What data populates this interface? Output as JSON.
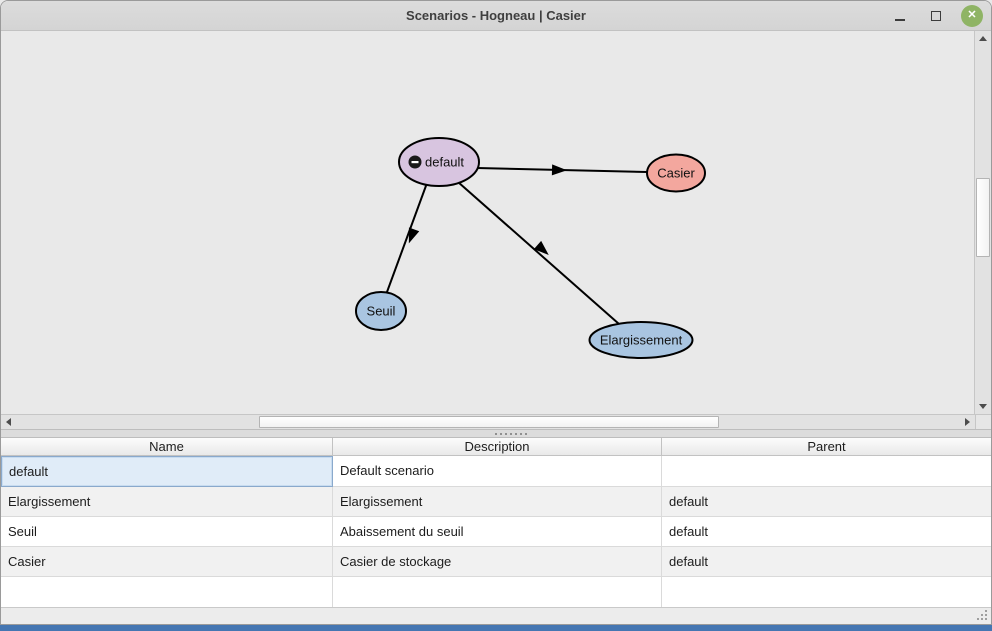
{
  "window": {
    "title": "Scenarios - Hogneau | Casier",
    "close_glyph": "✕"
  },
  "graph": {
    "nodes": [
      {
        "id": "default",
        "label": "default",
        "fill": "#d8c5e0",
        "collapsed_icon": "minus-circle"
      },
      {
        "id": "casier",
        "label": "Casier",
        "fill": "#f3a79e"
      },
      {
        "id": "seuil",
        "label": "Seuil",
        "fill": "#a9c5e1"
      },
      {
        "id": "elargissement",
        "label": "Elargissement",
        "fill": "#a9c5e1"
      }
    ],
    "edges": [
      {
        "from": "default",
        "to": "Casier"
      },
      {
        "from": "default",
        "to": "Seuil"
      },
      {
        "from": "default",
        "to": "Elargissement"
      }
    ]
  },
  "table": {
    "columns": [
      "Name",
      "Description",
      "Parent"
    ],
    "rows": [
      {
        "name": "default",
        "description": "Default scenario",
        "parent": ""
      },
      {
        "name": "Elargissement",
        "description": "Elargissement",
        "parent": "default"
      },
      {
        "name": "Seuil",
        "description": "Abaissement du seuil",
        "parent": "default"
      },
      {
        "name": "Casier",
        "description": "Casier de stockage",
        "parent": "default"
      }
    ],
    "selection": {
      "row_index": 0,
      "column": "Name"
    }
  },
  "colors": {
    "node_default": "#d8c5e0",
    "node_casier": "#f3a79e",
    "node_blue": "#a9c5e1",
    "selected_cell_bg": "#e0ecf8",
    "selected_cell_border": "#8aa9cc",
    "close_button_green": "#8fb465",
    "bottom_strip_blue": "#4576b2",
    "canvas_bg": "#e9e9e9"
  }
}
